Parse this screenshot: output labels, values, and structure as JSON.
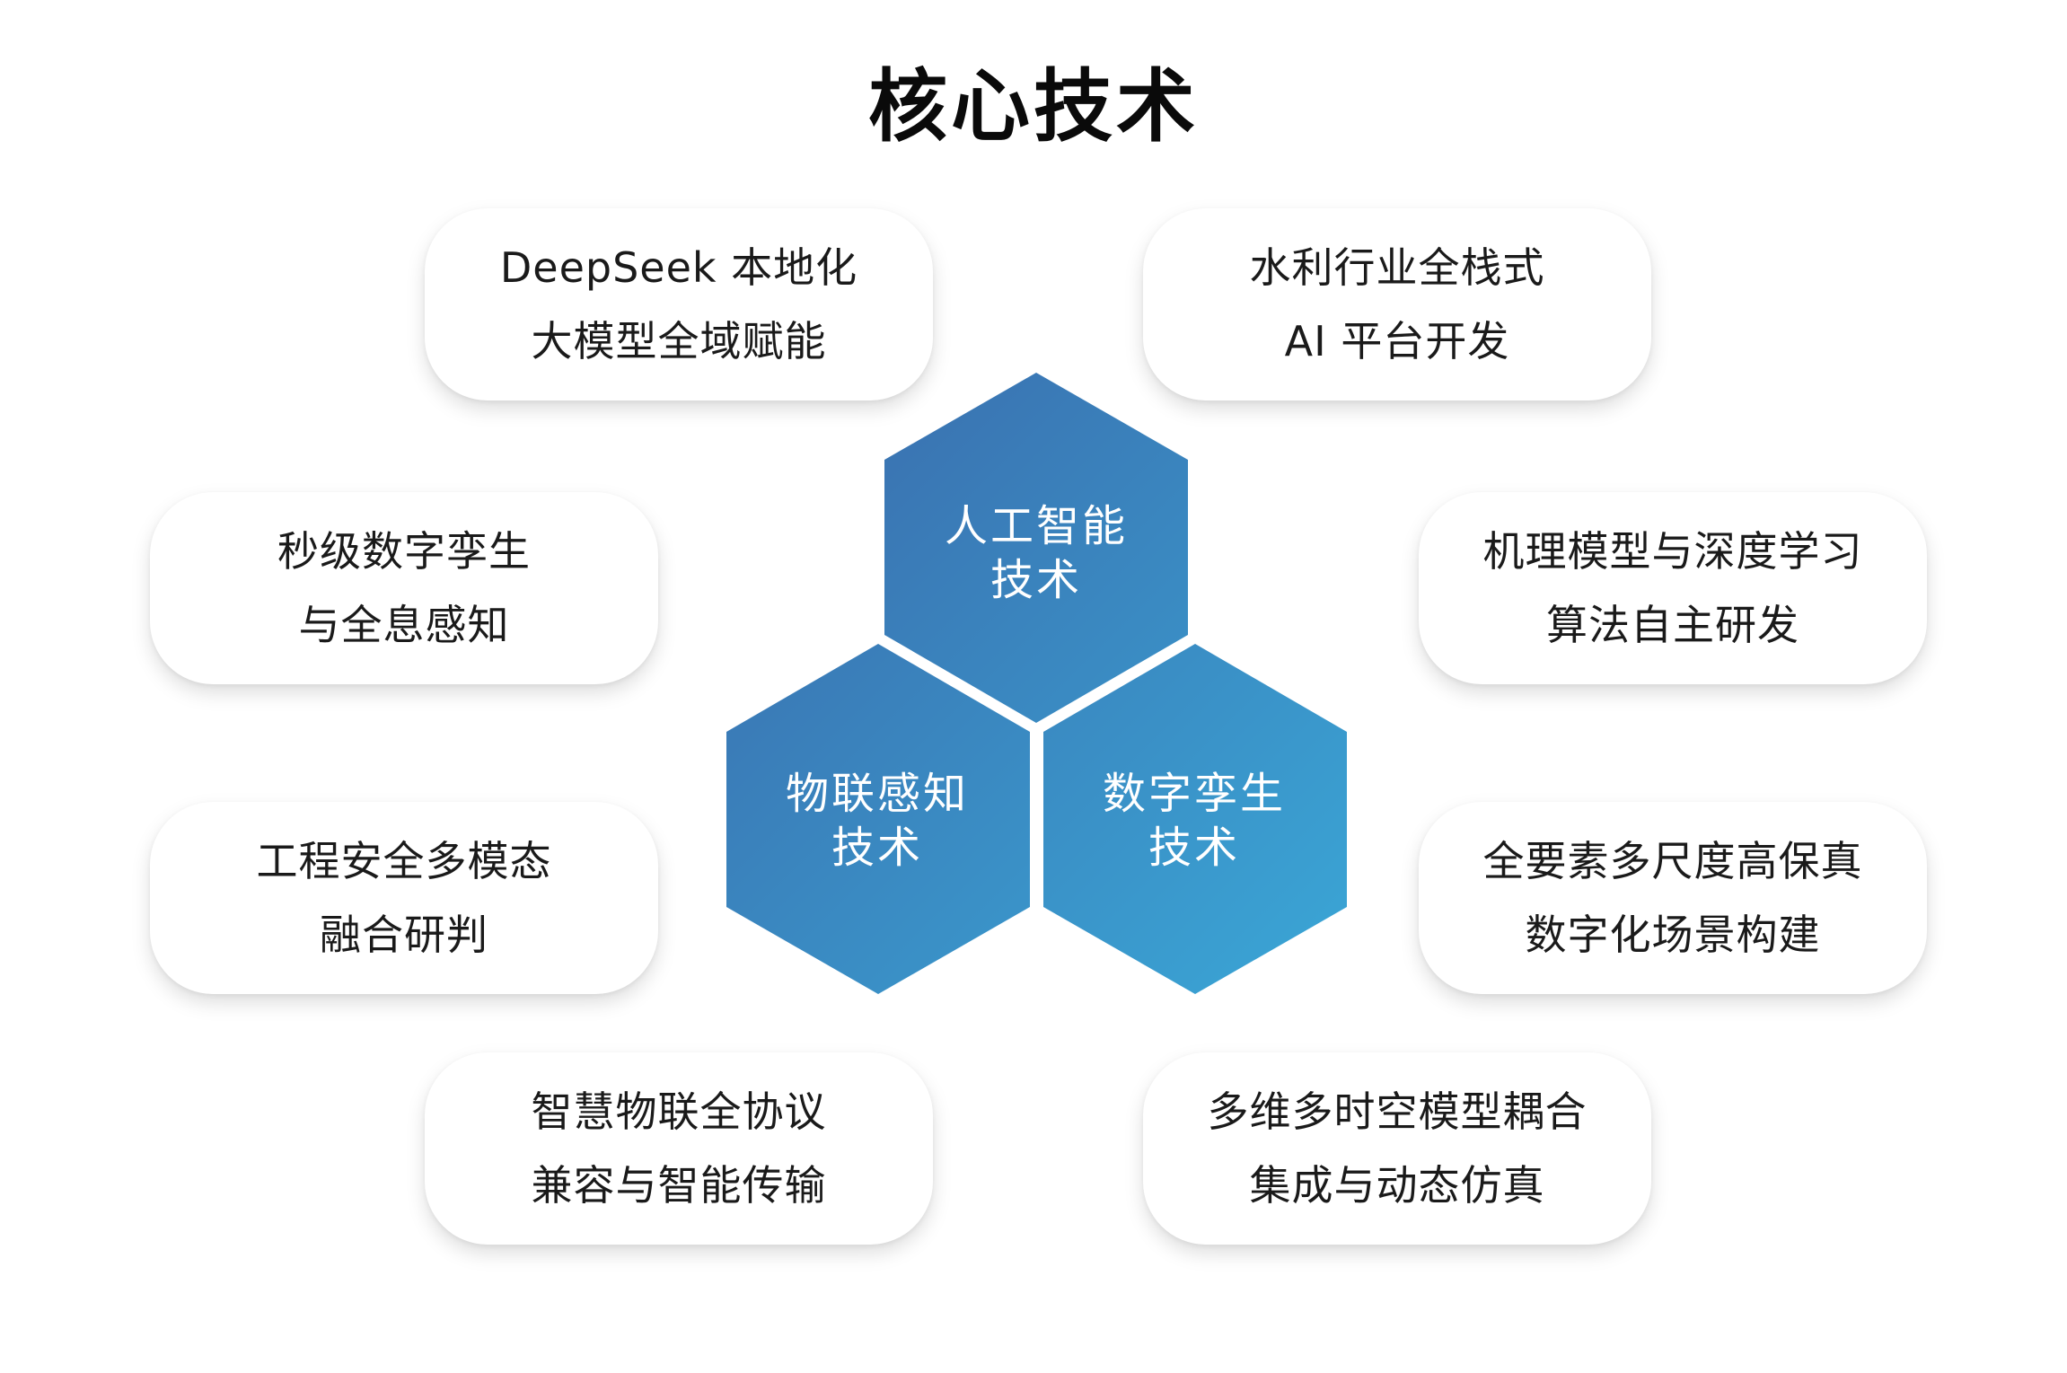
{
  "title": "核心技术",
  "colors": {
    "hex_gradient_start": "#3a6aab",
    "hex_gradient_end": "#3aa6d6",
    "card_background": "#ffffff",
    "text_dark": "#1a1a1a"
  },
  "hexagons": [
    {
      "id": "ai",
      "lines": [
        "人工智能",
        "技术"
      ]
    },
    {
      "id": "iot",
      "lines": [
        "物联感知",
        "技术"
      ]
    },
    {
      "id": "twin",
      "lines": [
        "数字孪生",
        "技术"
      ]
    }
  ],
  "cards": [
    {
      "id": "c1",
      "lines": [
        "DeepSeek 本地化",
        "大模型全域赋能"
      ]
    },
    {
      "id": "c2",
      "lines": [
        "水利行业全栈式",
        "AI 平台开发"
      ]
    },
    {
      "id": "c3",
      "lines": [
        "秒级数字孪生",
        "与全息感知"
      ]
    },
    {
      "id": "c4",
      "lines": [
        "机理模型与深度学习",
        "算法自主研发"
      ]
    },
    {
      "id": "c5",
      "lines": [
        "工程安全多模态",
        "融合研判"
      ]
    },
    {
      "id": "c6",
      "lines": [
        "全要素多尺度高保真",
        "数字化场景构建"
      ]
    },
    {
      "id": "c7",
      "lines": [
        "智慧物联全协议",
        "兼容与智能传输"
      ]
    },
    {
      "id": "c8",
      "lines": [
        "多维多时空模型耦合",
        "集成与动态仿真"
      ]
    }
  ]
}
